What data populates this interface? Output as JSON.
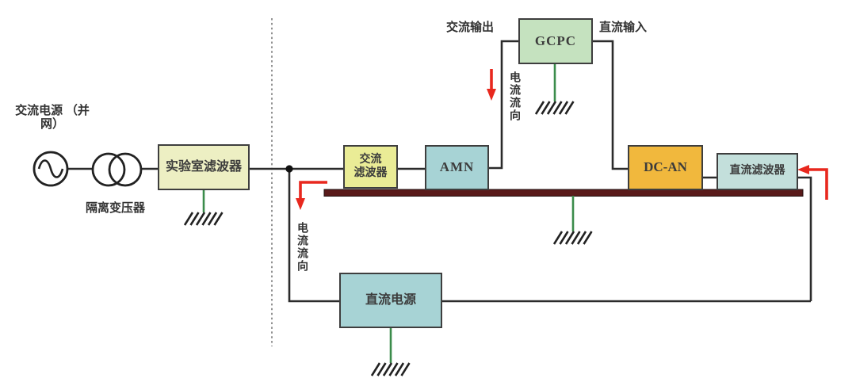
{
  "source": {
    "ac_source_line1": "交流电源",
    "ac_source_line2": "（并网）",
    "transformer_label": "隔离变压器"
  },
  "boxes": {
    "lab_filter": {
      "label": "实验室滤波器"
    },
    "ac_filter": {
      "line1": "交流",
      "line2": "滤波器"
    },
    "amn": {
      "label": "AMN"
    },
    "gcpc": {
      "label": "GCPC"
    },
    "dc_an": {
      "label": "DC-AN"
    },
    "dc_filter": {
      "label": "直流滤波器"
    },
    "dc_source": {
      "label": "直流电源"
    }
  },
  "labels": {
    "ac_output": "交流输出",
    "dc_input": "直流输入",
    "current_flow_gcpc": "电流流向",
    "current_flow_junction": "电流流向"
  },
  "icons": {
    "ac_source": "ac-source-sine-circle-icon",
    "transformer": "isolation-transformer-two-circles-icon",
    "ground": "earth-ground-hatch-icon",
    "arrow": "red-current-direction-arrow-icon"
  },
  "colors": {
    "wire": "#2b2b2b",
    "ground_plane_bar": "#591a1a",
    "ground_stem_green": "#3b8c4b",
    "arrow_red": "#e8281e",
    "dashed_separator": "#777777",
    "lab_filter_fill": "#edefc3",
    "ac_filter_fill": "#eaec96",
    "amn_fill": "#a7d3d5",
    "gcpc_fill": "#c5e2bf",
    "dc_an_fill": "#f1b83d",
    "dc_filter_fill": "#c3dfdb",
    "dc_source_fill": "#a7d3d5"
  }
}
